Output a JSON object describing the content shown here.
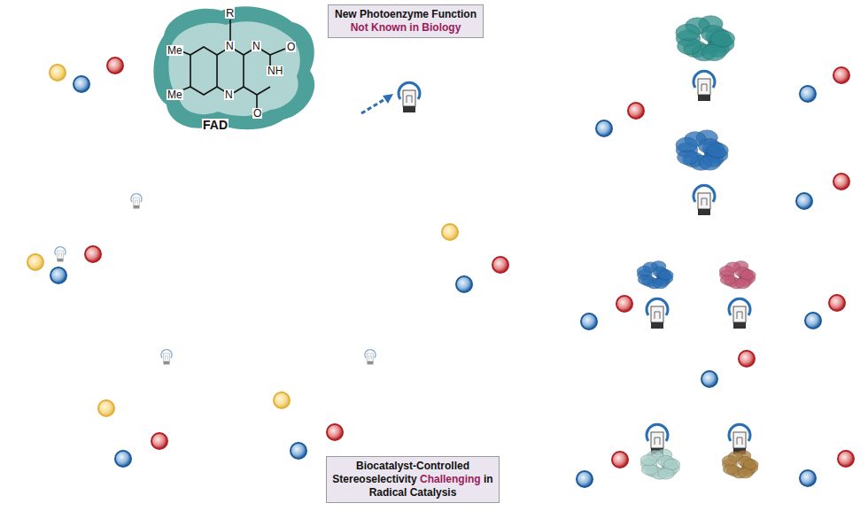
{
  "diagram": {
    "nodes": [
      {
        "text": [
          "New Photoenzyme Function",
          "Not Known in Biology"
        ]
      },
      {
        "text": [
          "Biocatalyst-Controlled Stereoselectivity",
          "Challenging",
          "in Radical Catalysis"
        ]
      }
    ],
    "labels": [
      "R",
      "N",
      "N",
      "N",
      "NH",
      "O",
      "O",
      "Me",
      "Me",
      "FAD"
    ]
  }
}
